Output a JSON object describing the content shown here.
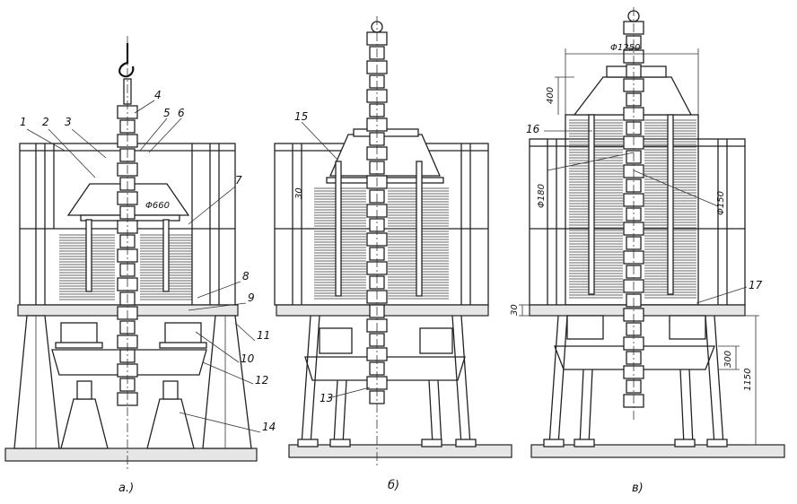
{
  "labels": {
    "a": [
      "1",
      "2",
      "3",
      "4",
      "5",
      "6",
      "7",
      "8",
      "9",
      "10",
      "11",
      "12",
      "14"
    ],
    "b": [
      "15",
      "13"
    ],
    "c": [
      "16",
      "17"
    ]
  },
  "dims": {
    "a_diam": "Φ660",
    "b_gap": "30",
    "c_width": "Φ1250",
    "c_top_h": "400",
    "c_d1": "Φ180",
    "c_d2": "Φ150",
    "c_plate": "30",
    "c_h300": "300",
    "c_h1150": "1150"
  },
  "captions": {
    "a": "а.)",
    "b": "б)",
    "c": "в)"
  }
}
